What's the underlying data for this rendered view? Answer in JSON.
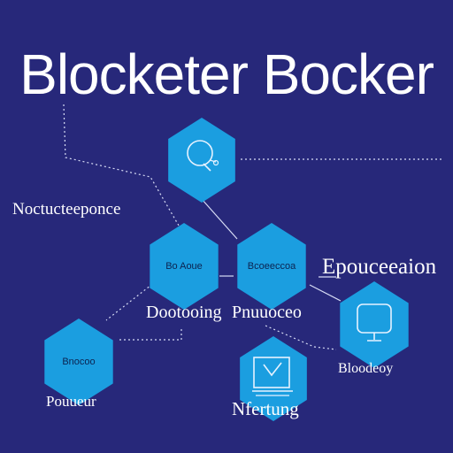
{
  "title": "Blocketer Bocker",
  "colors": {
    "background": "#27287a",
    "hexagon": "#1b9ee0",
    "hexagon_dark_text": "#0c2350",
    "line": "#d7dcf5"
  },
  "nodes": {
    "top": {
      "icon": "magnifier-icon"
    },
    "center_left": {
      "text": "Bo Aoue"
    },
    "center_right": {
      "text": "Bcoeeccoa"
    },
    "right": {
      "icon": "monitor-icon"
    },
    "bottom": {
      "icon": "checklist-icon"
    },
    "left": {
      "text": "Bnocoo"
    }
  },
  "labels": {
    "left_top": "Noctucteeponce",
    "right_top": "Epouceeaion",
    "center_left": "Dootooing",
    "center_right": "Pnuuoceo",
    "right_bottom": "Bloodeoy",
    "bottom_left": "Pouueur",
    "bottom": "Nfertung"
  }
}
